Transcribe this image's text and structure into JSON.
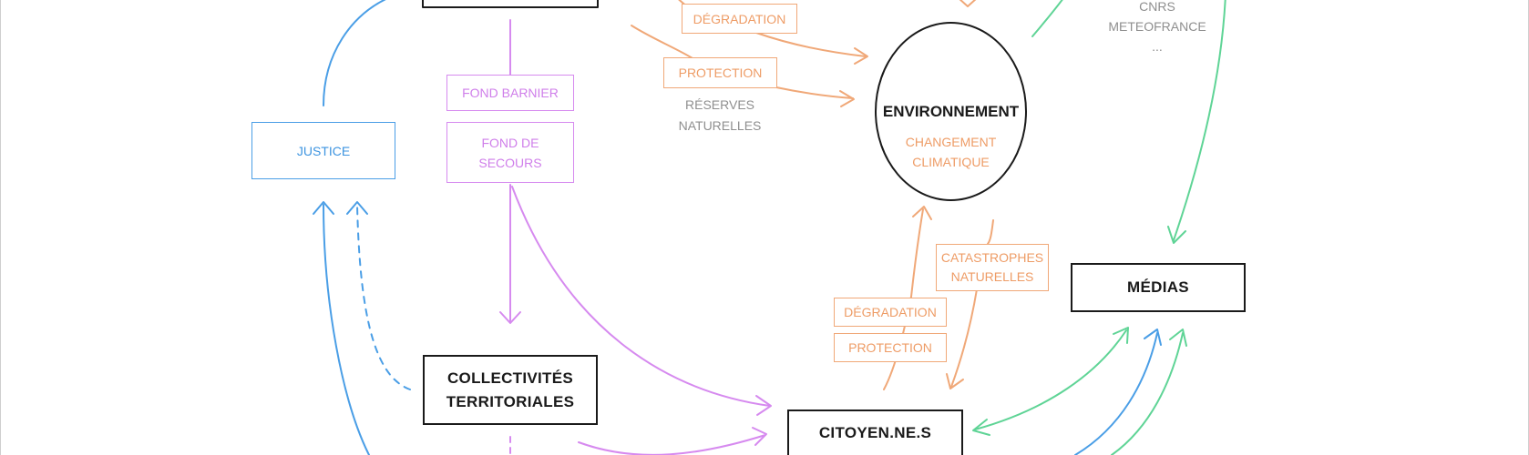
{
  "nodes": {
    "collectivites": "COLLECTIVITÉS\nTERRITORIALES",
    "citoyens": "CITOYEN.NE.S",
    "medias": "MÉDIAS",
    "justice": "JUSTICE",
    "fond_barnier": "FOND BARNIER",
    "fond_secours": "FOND DE\nSECOURS"
  },
  "environnement": {
    "title": "ENVIRONNEMENT",
    "subtitle": "CHANGEMENT\nCLIMATIQUE"
  },
  "tags": {
    "degradation_top": "DÉGRADATION",
    "protection_top": "PROTECTION",
    "catastrophes": "CATASTROPHES\nNATURELLES",
    "degradation_bottom": "DÉGRADATION",
    "protection_bottom": "PROTECTION"
  },
  "notes": {
    "reserves": "RÉSERVES\nNATURELLES",
    "research": "CNRS\nMETEOFRANCE\n..."
  },
  "colors": {
    "black": "#1a1a1a",
    "blue": "#4a9ee6",
    "purple": "#d68aef",
    "orange": "#f0a878",
    "green": "#5fd496",
    "grey": "#8f8f8f"
  }
}
